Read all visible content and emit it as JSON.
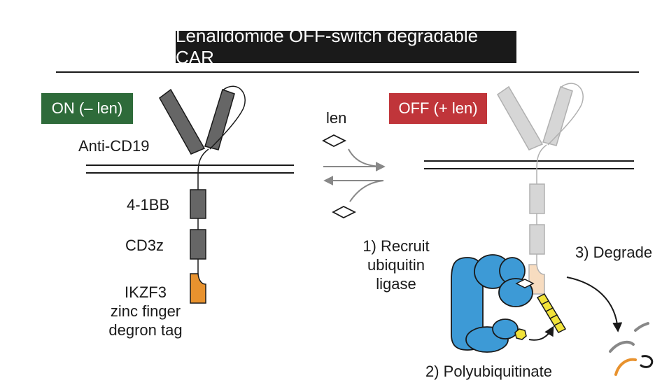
{
  "title": "Lenalidomide OFF-switch degradable CAR",
  "on_state": {
    "label": "ON (– len)",
    "color": "#2e6b3a"
  },
  "off_state": {
    "label": "OFF (+ len)",
    "color": "#c0353a"
  },
  "left_labels": {
    "anti_cd19": "Anti-CD19",
    "four_1bb": "4-1BB",
    "cd3z": "CD3z",
    "ikzf3_lines": [
      "IKZF3",
      "zinc finger",
      "degron tag"
    ]
  },
  "middle": {
    "len": "len"
  },
  "steps": {
    "recruit_lines": [
      "1) Recruit",
      "ubiquitin",
      "ligase"
    ],
    "polyubiquitinate": "2) Polyubiquitinate",
    "degrade": "3) Degrade"
  },
  "colors": {
    "domain_dark": "#666666",
    "domain_light": "#d6d6d6",
    "degron": "#e8922e",
    "degron_light": "#f7dcc0",
    "ligase": "#3d9ad6",
    "ubiquitin": "#f2e33a"
  }
}
